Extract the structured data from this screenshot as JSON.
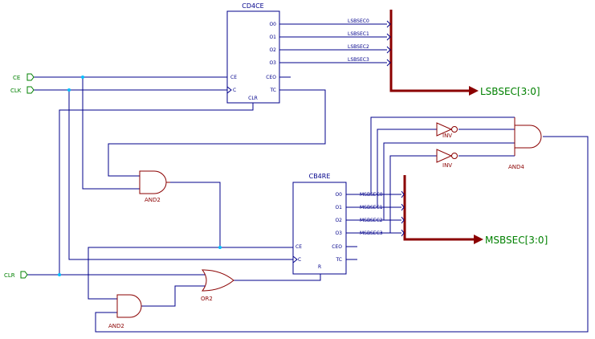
{
  "components": {
    "cd4ce": {
      "title": "CD4CE",
      "pins": {
        "o0": "O0",
        "o1": "O1",
        "o2": "O2",
        "o3": "O3",
        "ceo": "CEO",
        "tc": "TC",
        "ce": "CE",
        "c": "C",
        "clr": "CLR"
      }
    },
    "cb4re": {
      "title": "CB4RE",
      "pins": {
        "o0": "O0",
        "o1": "O1",
        "o2": "O2",
        "o3": "O3",
        "ceo": "CEO",
        "tc": "TC",
        "ce": "CE",
        "c": "C",
        "r": "R"
      }
    },
    "and2_top": {
      "label": "AND2"
    },
    "and2_bottom": {
      "label": "AND2"
    },
    "or2": {
      "label": "OR2"
    },
    "and4": {
      "label": "AND4"
    },
    "inv1": {
      "label": "INV"
    },
    "inv2": {
      "label": "INV"
    }
  },
  "ports": {
    "ce": "CE",
    "clk": "CLK",
    "clr": "CLR"
  },
  "nets": {
    "lsbsec": [
      "LSBSEC0",
      "LSBSEC1",
      "LSBSEC2",
      "LSBSEC3"
    ],
    "msbsec": [
      "MSBSEC0",
      "MSBSEC1",
      "MSBSEC2",
      "MSBSEC3"
    ]
  },
  "buses": {
    "lsb": "LSBSEC[3:0]",
    "msb": "MSBSEC[3:0]"
  },
  "colors": {
    "wire": "#00008b",
    "gate": "#8b0000",
    "bus": "#8b0000",
    "port": "#008000",
    "junction": "#00bfff",
    "background": "#ffffff"
  }
}
